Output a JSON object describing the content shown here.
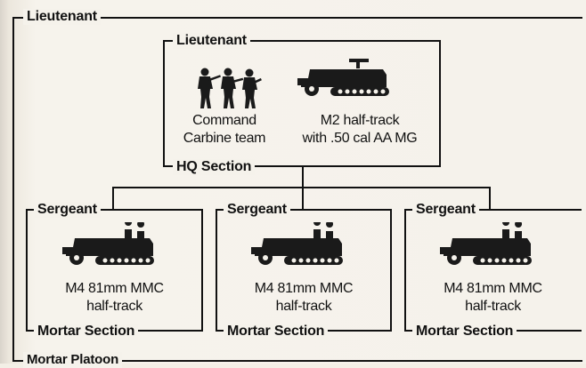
{
  "platoon": {
    "top_label": "Lieutenant",
    "bottom_label": "Mortar Platoon"
  },
  "hq": {
    "top_label": "Lieutenant",
    "bottom_label": "HQ Section",
    "units": [
      {
        "line1": "Command",
        "line2": "Carbine team",
        "icon": "infantry-team-icon"
      },
      {
        "line1": "M2 half-track",
        "line2": "with .50 cal AA MG",
        "icon": "half-track-icon"
      }
    ]
  },
  "sections": [
    {
      "top_label": "Sergeant",
      "bottom_label": "Mortar Section",
      "unit_line1": "M4 81mm MMC",
      "unit_line2": "half-track",
      "icon": "mortar-half-track-icon"
    },
    {
      "top_label": "Sergeant",
      "bottom_label": "Mortar Section",
      "unit_line1": "M4 81mm MMC",
      "unit_line2": "half-track",
      "icon": "mortar-half-track-icon"
    },
    {
      "top_label": "Sergeant",
      "bottom_label": "Mortar Section",
      "unit_line1": "M4 81mm MMC",
      "unit_line2": "half-track",
      "icon": "mortar-half-track-icon"
    }
  ]
}
